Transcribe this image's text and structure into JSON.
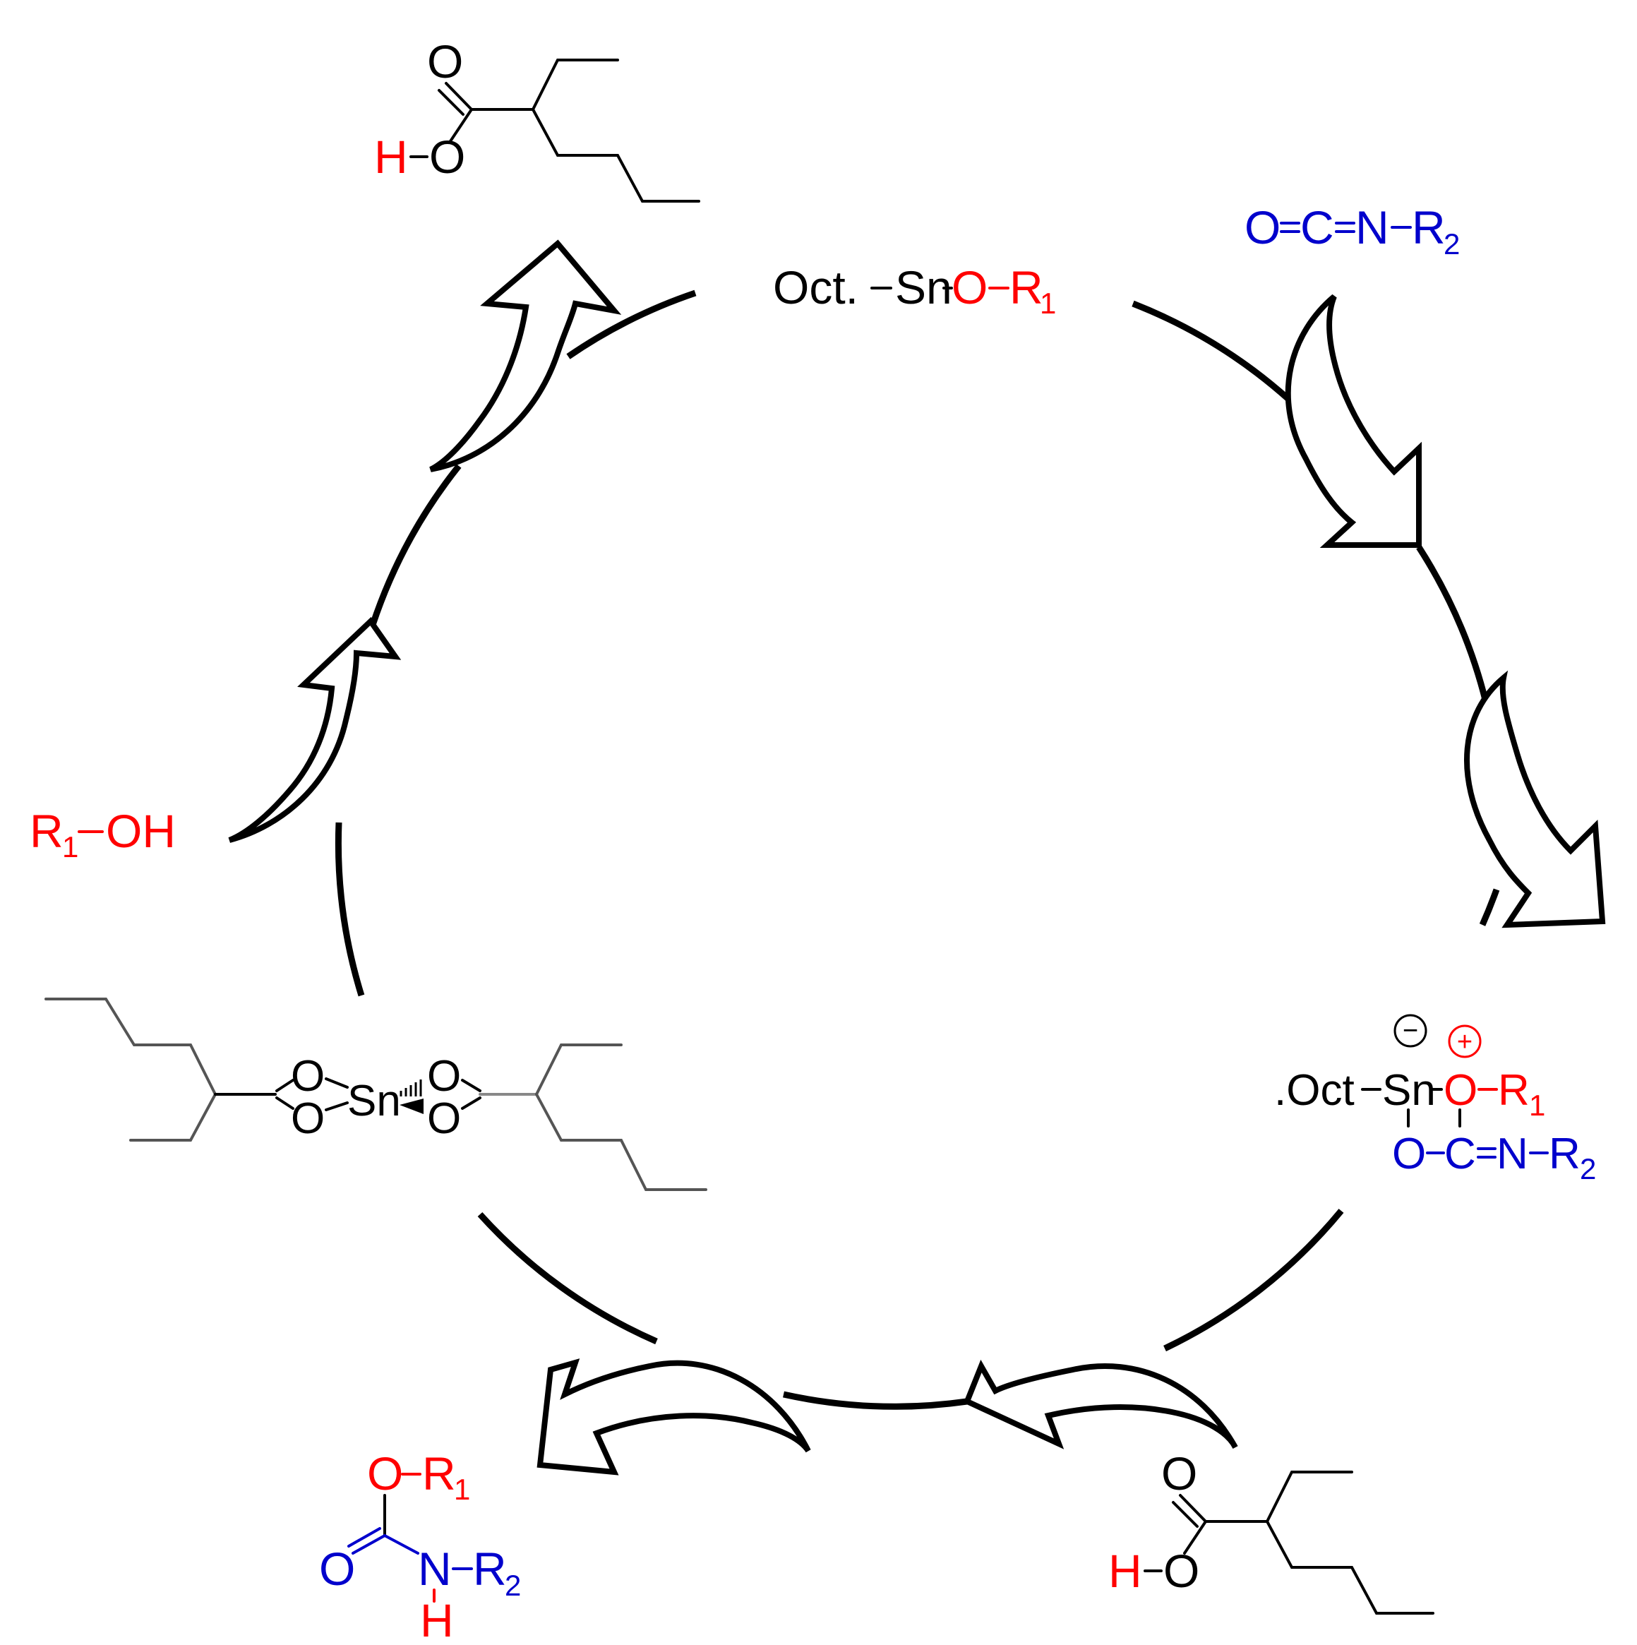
{
  "colors": {
    "red": "#ff0000",
    "blue": "#0000cc",
    "black": "#000000"
  },
  "catalyst": {
    "oct": "Oct.",
    "sn": "Sn",
    "o": "O",
    "r": "R",
    "r_sub": "1"
  },
  "isocyanate": {
    "o": "O",
    "c": "C",
    "n": "N",
    "r": "R",
    "r_sub": "2"
  },
  "intermediate": {
    "oct": ".Oct",
    "sn": "Sn",
    "o_top": "O",
    "r1": "R",
    "r1_sub": "1",
    "o_bottom": "O",
    "c": "C",
    "n": "N",
    "r2": "R",
    "r2_sub": "2",
    "minus": "−",
    "plus": "+"
  },
  "acid_top": {
    "o_carbonyl": "O",
    "h": "H",
    "o_hydroxyl": "O"
  },
  "acid_bottom": {
    "o_carbonyl": "O",
    "h": "H",
    "o_hydroxyl": "O"
  },
  "alcohol": {
    "r": "R",
    "r_sub": "1",
    "oh": "OH"
  },
  "urethane": {
    "o_ester": "O",
    "r1": "R",
    "r1_sub": "1",
    "o_carbonyl": "O",
    "n": "N",
    "r2": "R",
    "r2_sub": "2",
    "h": "H"
  },
  "tin_octoate": {
    "o1": "O",
    "o2": "O",
    "sn": "Sn",
    "o3": "O",
    "o4": "O"
  }
}
